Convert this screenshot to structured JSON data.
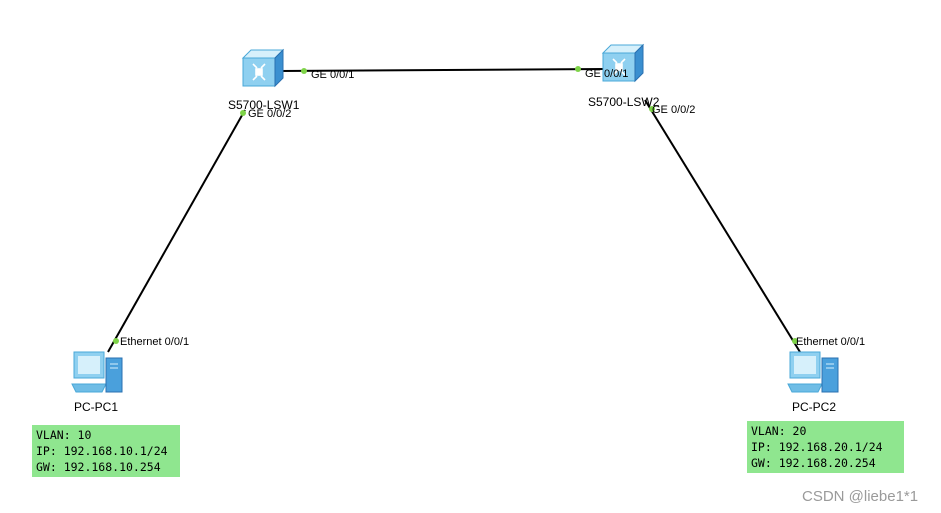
{
  "devices": [
    {
      "id": "lsw1",
      "name": "S5700-LSW1",
      "type": "switch"
    },
    {
      "id": "lsw2",
      "name": "S5700-LSW2",
      "type": "switch"
    },
    {
      "id": "pc1",
      "name": "PC-PC1",
      "type": "pc"
    },
    {
      "id": "pc2",
      "name": "PC-PC2",
      "type": "pc"
    }
  ],
  "links": [
    {
      "from": "lsw1",
      "from_port": "GE 0/0/1",
      "to": "lsw2",
      "to_port": "GE 0/0/1"
    },
    {
      "from": "lsw1",
      "from_port": "GE 0/0/2",
      "to": "pc1",
      "to_port": "Ethernet 0/0/1"
    },
    {
      "from": "lsw2",
      "from_port": "GE 0/0/2",
      "to": "pc2",
      "to_port": "Ethernet 0/0/1"
    }
  ],
  "notes": {
    "pc1": [
      "VLAN: 10",
      "IP: 192.168.10.1/24",
      "GW: 192.168.10.254"
    ],
    "pc2": [
      "VLAN: 20",
      "IP: 192.168.20.1/24",
      "GW: 192.168.20.254"
    ]
  },
  "watermark": "CSDN @liebe1*1",
  "colors": {
    "port_dot": "#7ed348",
    "note_bg": "#8fe68f",
    "link": "#000000"
  }
}
